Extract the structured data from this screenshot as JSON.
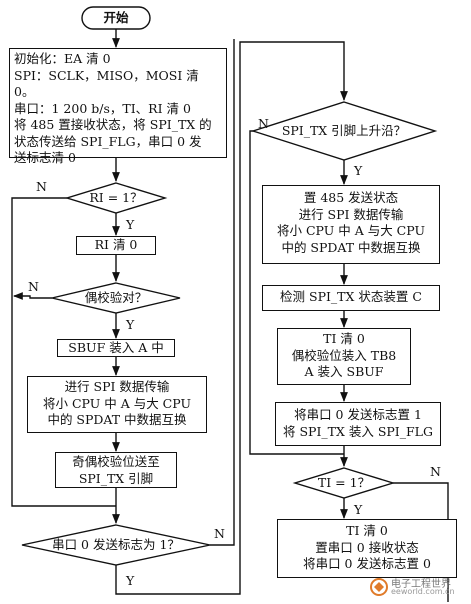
{
  "start": "开始",
  "init": {
    "lines": [
      "初始化：EA 清 0",
      "SPI：SCLK，MISO，MOSI 清 0。",
      "串口：1 200 b/s，TI、RI 清 0",
      "将 485 置接收状态，将 SPI_TX 的",
      "状态传送给 SPI_FLG，串口 0 发",
      "送标志清 0"
    ]
  },
  "left": {
    "ri_check": "RI = 1？",
    "ri_clear": "RI 清 0",
    "parity_check": "偶校验对？",
    "sbuf_to_a": "SBUF 装入 A 中",
    "spi_exchange": [
      "进行 SPI 数据传输",
      "将小 CPU 中 A 与大 CPU",
      "中的 SPDAT 中数据互换"
    ],
    "parity_to_tx": [
      "奇偶校验位送至",
      "SPI_TX 引脚"
    ],
    "send_flag_check": "串口 0 发送标志为 1？"
  },
  "right": {
    "rising_edge_check": "SPI_TX 引脚上升沿？",
    "send_state": [
      "置 485 发送状态",
      "进行 SPI 数据传输",
      "将小 CPU 中 A 与大 CPU",
      "中的 SPDAT 中数据互换"
    ],
    "detect_state": "检测 SPI_TX 状态装置 C",
    "ti_block": [
      "TI 清 0",
      "偶校验位装入 TB8",
      "A 装入 SBUF"
    ],
    "set_flag": [
      "将串口 0 发送标志置 1",
      "将 SPI_TX 装入 SPI_FLG"
    ],
    "ti_check": "TI = 1？",
    "final_block": [
      "TI 清 0",
      "置串口 0 接收状态",
      "将串口 0 发送标志置 0"
    ]
  },
  "branch_labels": {
    "yes": "Y",
    "no": "N"
  },
  "watermark": {
    "text": "电子工程世界",
    "sub": "eeworld.com.cn"
  }
}
